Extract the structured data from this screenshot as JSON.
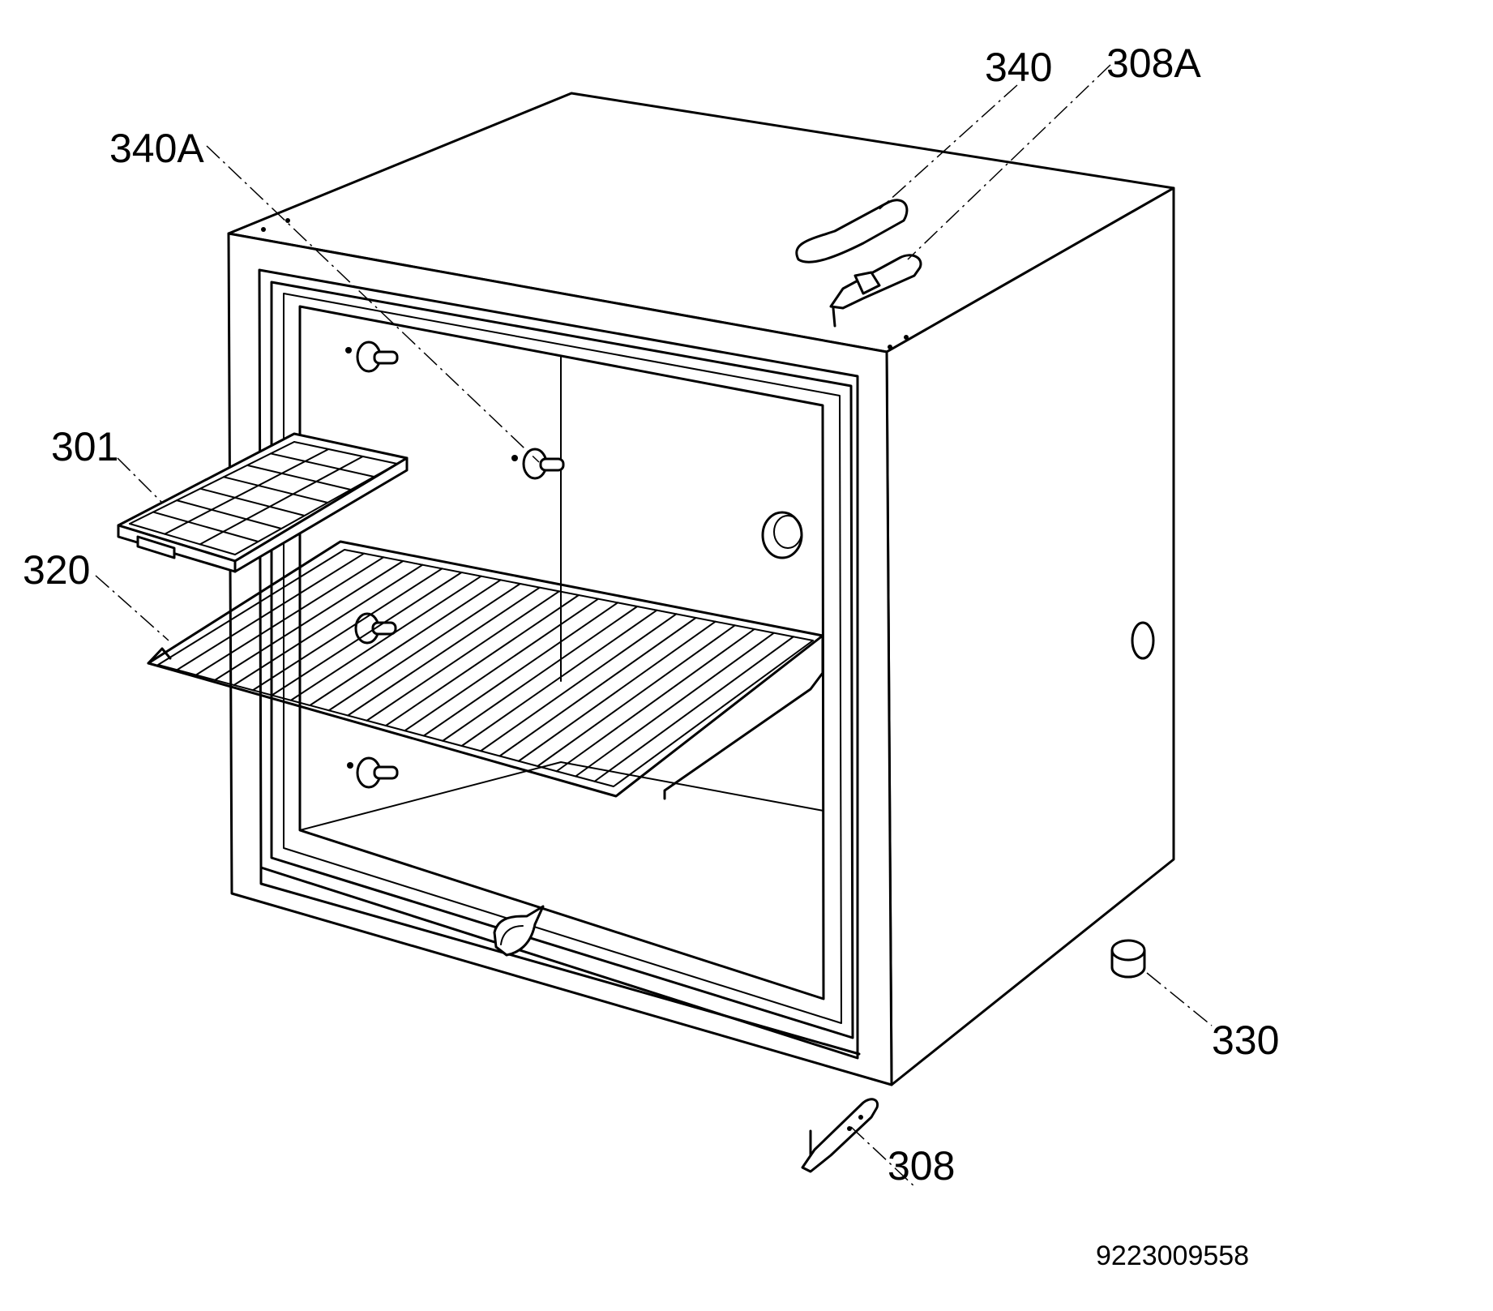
{
  "callouts": {
    "c340": "340",
    "c308A": "308A",
    "c340A": "340A",
    "c301": "301",
    "c320": "320",
    "c330": "330",
    "c308": "308"
  },
  "document_number": "9223009558"
}
